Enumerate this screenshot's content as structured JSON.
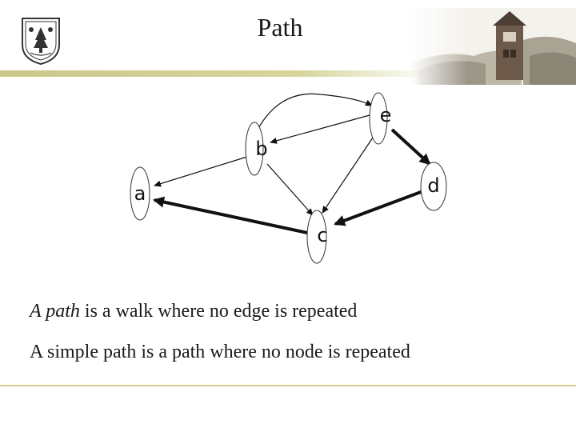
{
  "slide": {
    "title": "Path",
    "definitions": {
      "path_term": "A path",
      "path_rest": " is a walk where no edge is repeated",
      "simple_path": "A simple path is a path where no node is repeated"
    }
  },
  "graph": {
    "nodes": [
      {
        "id": "a",
        "label": "a"
      },
      {
        "id": "b",
        "label": "b"
      },
      {
        "id": "c",
        "label": "c"
      },
      {
        "id": "d",
        "label": "d"
      },
      {
        "id": "e",
        "label": "e"
      }
    ],
    "edges": [
      {
        "from": "b",
        "to": "a",
        "highlighted": false
      },
      {
        "from": "b",
        "to": "e",
        "highlighted": false
      },
      {
        "from": "e",
        "to": "b",
        "highlighted": false
      },
      {
        "from": "b",
        "to": "c",
        "highlighted": false
      },
      {
        "from": "e",
        "to": "c",
        "highlighted": false
      },
      {
        "from": "e",
        "to": "d",
        "highlighted": true
      },
      {
        "from": "d",
        "to": "c",
        "highlighted": true
      },
      {
        "from": "c",
        "to": "a",
        "highlighted": true
      }
    ]
  },
  "colors": {
    "accent_rule": "#cfcf94",
    "text": "#1a1a1a"
  }
}
